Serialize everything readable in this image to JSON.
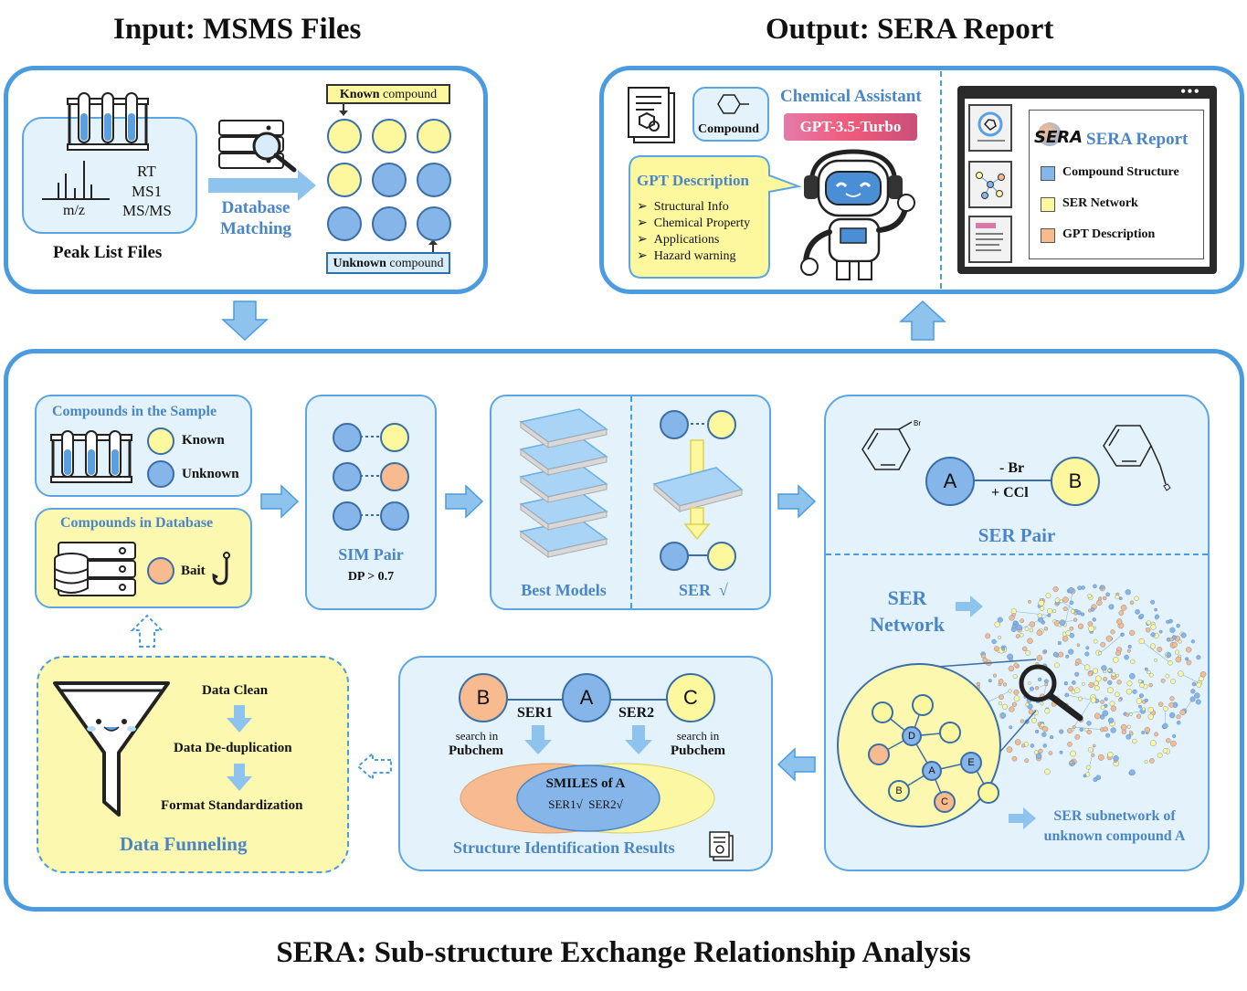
{
  "headings": {
    "input": "Input: MSMS Files",
    "output": "Output: SERA Report",
    "footer": "SERA: Sub-structure Exchange Relationship Analysis"
  },
  "input_panel": {
    "rt": "RT",
    "ms1": "MS1",
    "msms": "MS/MS",
    "mz": "m/z",
    "peak_list": "Peak List Files",
    "db_matching_1": "Database",
    "db_matching_2": "Matching",
    "known_bold": "Known",
    "known_rest": " compound",
    "unknown_bold": "Unknown",
    "unknown_rest": " compound"
  },
  "output_panel": {
    "compound": "Compound",
    "chem_assistant": "Chemical Assistant",
    "gpt_model": "GPT-3.5-Turbo",
    "gpt_desc_title": "GPT Description",
    "gpt_items": [
      "Structural Info",
      "Chemical Property",
      "Applications",
      "Hazard warning"
    ],
    "report_logo": "SERA",
    "report_title": "SERA Report",
    "legend": [
      "Compound Structure",
      "SER Network",
      "GPT Description"
    ]
  },
  "main": {
    "sample_title": "Compounds in the Sample",
    "known": "Known",
    "unknown": "Unknown",
    "database_title": "Compounds in Database",
    "bait": "Bait",
    "sim_pair": "SIM Pair",
    "dp": "DP > 0.7",
    "best_models": "Best Models",
    "ser_check": "SER  √",
    "pair_a": "A",
    "pair_b": "B",
    "minus_br": "- Br",
    "plus_ccl": "+ CCl",
    "ser_pair": "SER Pair",
    "ser_network_1": "SER",
    "ser_network_2": "Network",
    "subnet_1": "SER subnetwork of",
    "subnet_2": "unknown compound A",
    "net_nodes": [
      "D",
      "A",
      "E",
      "B",
      "C"
    ],
    "funnel_steps": [
      "Data Clean",
      "Data De-duplication",
      "Format Standardization"
    ],
    "data_funneling": "Data Funneling",
    "sid_b": "B",
    "sid_a": "A",
    "sid_c": "C",
    "ser1": "SER1",
    "ser2": "SER2",
    "search_in": "search in",
    "pubchem": "Pubchem",
    "smiles": "SMILES of A",
    "ser_checks": "SER1√  SER2√",
    "sid_title": "Structure Identification Results"
  },
  "colors": {
    "panel_border": "#4a9be0",
    "light_blue_fill": "#e4f3fb",
    "known_yellow": "#fdf79e",
    "unknown_blue": "#86b6e9",
    "bait_orange": "#f7bb8f",
    "arrow_blue": "#8ec3ee"
  }
}
